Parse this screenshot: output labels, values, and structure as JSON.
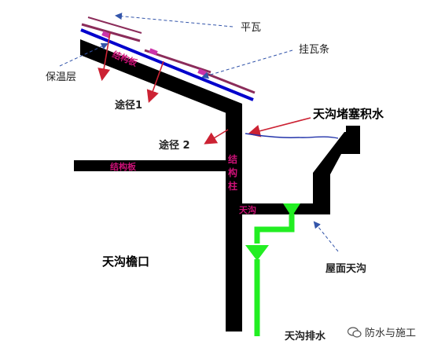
{
  "labels": {
    "flat_tile": "平瓦",
    "tile_batten": "挂瓦条",
    "insulation": "保温层",
    "structural_slab_roof": "结构板",
    "path1": "途径1",
    "gutter_blockage": "天沟堵塞积水",
    "path2": "途径 2",
    "structural_slab_floor": "结构板",
    "column_1": "结",
    "column_2": "构",
    "column_3": "柱",
    "gutter": "天沟",
    "gutter_eave": "天沟檐口",
    "roof_gutter": "屋面天沟",
    "gutter_drainage": "天沟排水"
  },
  "watermark": {
    "icon": "wechat-icon",
    "text": "防水与施工"
  },
  "colors": {
    "structure": "#000000",
    "insulation": "#0000cc",
    "tile": "#8b2c5a",
    "batten_pink": "#cc33aa",
    "water_arrow": "#cc2233",
    "drain": "#22ee22",
    "pointer": "#3355aa",
    "slab_text": "#cc1177"
  }
}
